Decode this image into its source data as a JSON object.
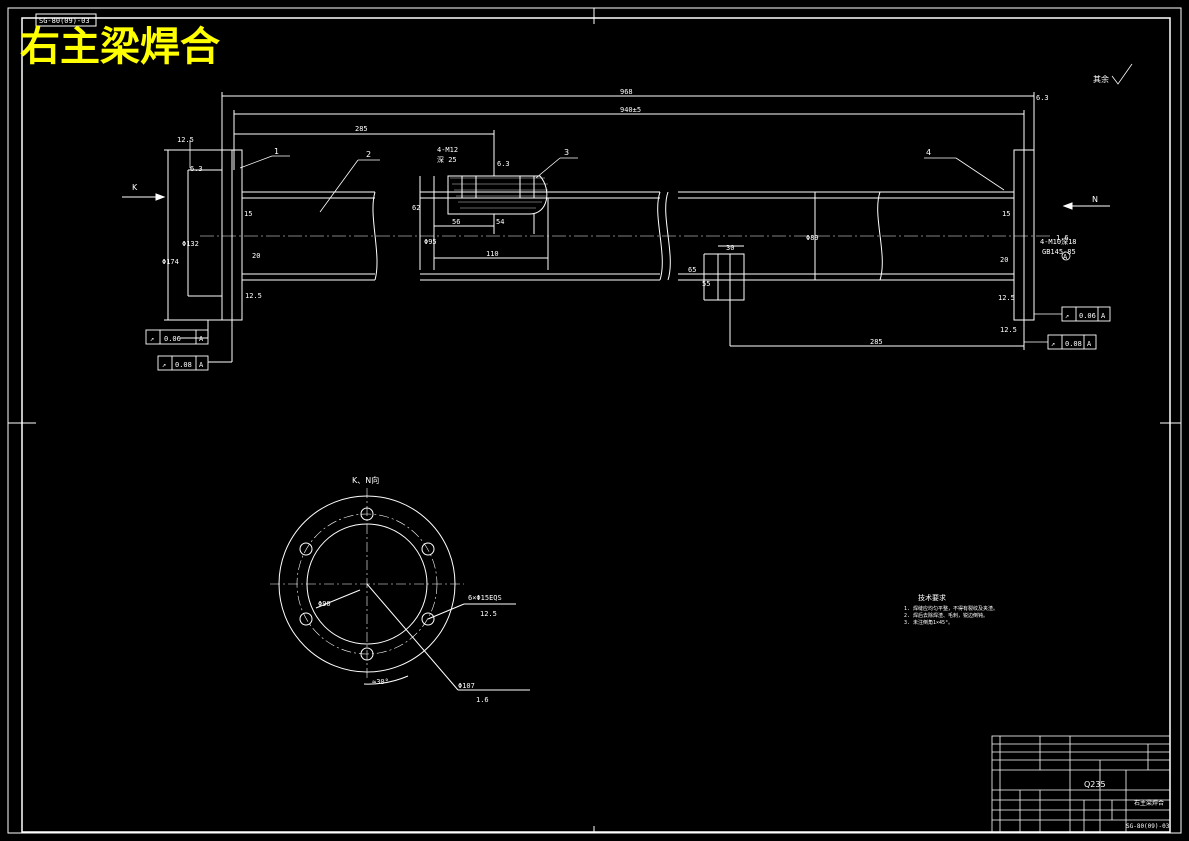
{
  "colors": {
    "background": "#000000",
    "lines": "#ffffff",
    "title": "#ffff00"
  },
  "drawing": {
    "title": "右主梁焊合",
    "top_code": "SG-80(09)-03",
    "part_labels": [
      "1",
      "2",
      "3",
      "4"
    ],
    "view_arrows": [
      "K",
      "N"
    ],
    "section_view_label": "K、N向",
    "surface_roughness_corner": "其余",
    "dims": {
      "overall": "968",
      "inner": "940±5",
      "d285_top": "285",
      "holes": "4-M12",
      "hole_depth": "深 25",
      "r_top": "6.3",
      "d56": "56",
      "d54": "54",
      "d62": "62",
      "d110": "110",
      "phi_tube": "Φ95",
      "d15_left": "15",
      "d20_left": "20",
      "d12_5_left": "12.5",
      "d15_right": "15",
      "d20_right": "20",
      "d12_5_right": "12.5",
      "r12_5_left": "12.5",
      "r6_3_left": "6.3",
      "r6_3_right": "6.3",
      "phi_mid": "Φ89",
      "d30": "30",
      "d65": "65",
      "d55": "55",
      "d285_bottom": "285",
      "phi_flange": "Φ174",
      "phi_bolt": "Φ132",
      "bolt_note": "6×Φ15EQS",
      "r12_5_circle": "12.5",
      "phi_center": "Φ90",
      "angle": "≈30°",
      "phi107": "Φ107",
      "r1_6": "1.6",
      "r1_6_right": "1.6",
      "note_right": "4-M10深18",
      "gb_note": "GB145-85",
      "rough_r12_5": "12.5"
    },
    "tolerances": [
      {
        "symbol": "↗",
        "value": "0.06",
        "datum": "A"
      },
      {
        "symbol": "↗",
        "value": "0.08",
        "datum": "A"
      },
      {
        "symbol": "↗",
        "value": "0.06",
        "datum": "A"
      },
      {
        "symbol": "↗",
        "value": "0.08",
        "datum": "A"
      }
    ],
    "datum_marker": "A",
    "tech_requirements": {
      "heading": "技术要求",
      "lines": [
        "1. 焊缝应均匀平整，不得有裂纹及夹渣。",
        "2. 焊后去除焊渣、毛刺，锐边倒钝。",
        "3. 未注倒角1×45°。"
      ]
    },
    "title_block": {
      "material": "Q235",
      "name": "右主梁焊合",
      "drawing_no": "SG-80(09)-03"
    }
  }
}
